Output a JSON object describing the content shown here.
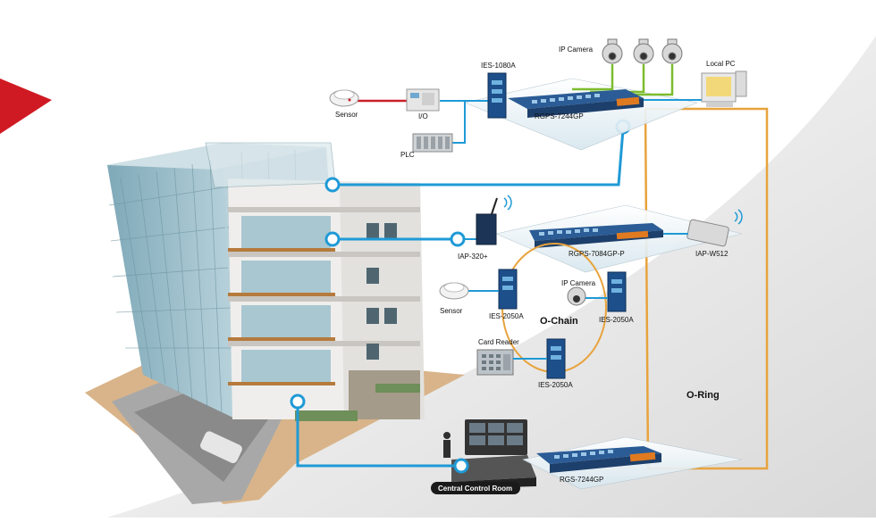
{
  "labels": {
    "ip_camera_top": "IP Camera",
    "local_pc": "Local  PC",
    "ies_1080a": "IES-1080A",
    "sensor_top": "Sensor",
    "io": "I/O",
    "rgps_7244gp": "RGPS-7244GP",
    "plc": "PLC",
    "iap_320": "IAP-320+",
    "rgps_7084gp_p": "RGPS-7084GP-P",
    "iap_w512": "IAP-W512",
    "sensor_mid": "Sensor",
    "ip_camera_mid": "IP Camera",
    "ies_2050a_left": "IES-2050A",
    "ies_2050a_right": "IES-2050A",
    "o_chain": "O-Chain",
    "card_reader": "Card Reader",
    "ies_2050a_bottom": "IES-2050A",
    "o_ring": "O-Ring",
    "rgs_7244gp": "RGS-7244GP",
    "central_control_room": "Central Control Room"
  },
  "colors": {
    "ring": "#e8a33c",
    "link_blue": "#1f9ad6",
    "sensor_red": "#cc1f2a",
    "accent_red": "#d01a23",
    "switch_blue": "#1d4f8a"
  }
}
